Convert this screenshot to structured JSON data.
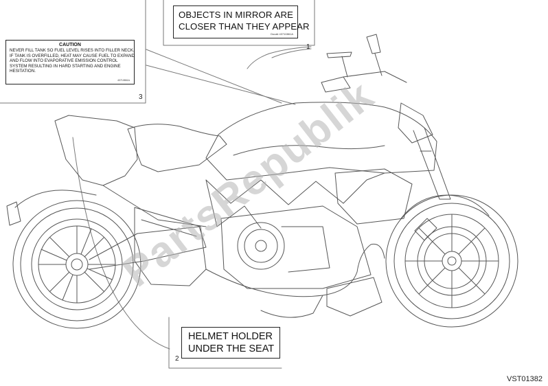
{
  "labels": {
    "mirror": {
      "line1": "OBJECTS IN MIRROR ARE",
      "line2": "CLOSER THAN THEY APPEAR",
      "code": "Ducati 43710861A"
    },
    "caution": {
      "title": "CAUTION",
      "body": "NEVER FILL TANK SO FUEL LEVEL RISES INTO FILLER NECK. IF TANK IS OVERFILLED, HEAT MAY CAUSE FUEL TO EXPAND AND FLOW INTO EVAPORATIVE EMISSION CONTROL SYSTEM RESULTING IN HARD STARTING AND ENGINE HESITATION.",
      "code": "43710861A"
    },
    "helmet": {
      "line1": "HELMET HOLDER",
      "line2": "UNDER THE SEAT"
    }
  },
  "callouts": {
    "one": "1",
    "two": "2",
    "three": "3"
  },
  "watermark": "PartsRepublik",
  "drawing_code": "VST01382"
}
